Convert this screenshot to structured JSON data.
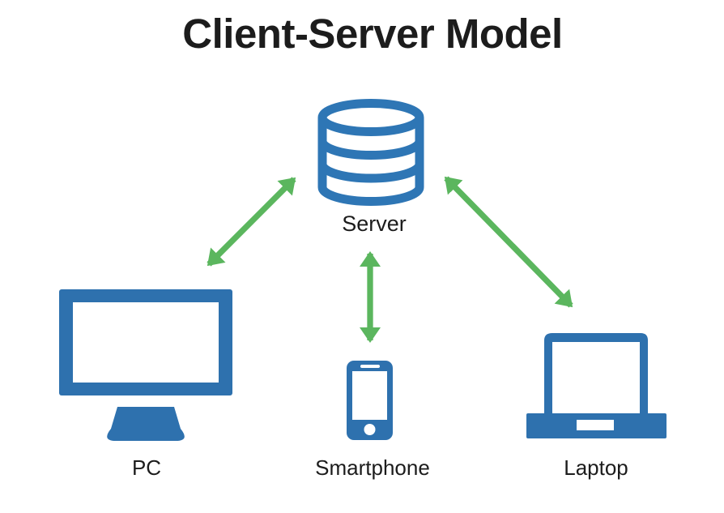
{
  "title": "Client-Server Model",
  "colors": {
    "device_blue": "#2e71ae",
    "server_blue": "#2e76b5",
    "arrow_green": "#5bb65e",
    "text_color": "#1c1c1c",
    "background": "#ffffff"
  },
  "nodes": {
    "server": {
      "id": "server",
      "label": "Server",
      "icon": "database-icon"
    },
    "clients": [
      {
        "id": "pc",
        "label": "PC",
        "icon": "desktop-monitor-icon"
      },
      {
        "id": "smartphone",
        "label": "Smartphone",
        "icon": "smartphone-icon"
      },
      {
        "id": "laptop",
        "label": "Laptop",
        "icon": "laptop-icon"
      }
    ]
  },
  "edges": [
    {
      "from": "Server",
      "to": "PC",
      "bidirectional": true
    },
    {
      "from": "Server",
      "to": "Smartphone",
      "bidirectional": true
    },
    {
      "from": "Server",
      "to": "Laptop",
      "bidirectional": true
    }
  ]
}
